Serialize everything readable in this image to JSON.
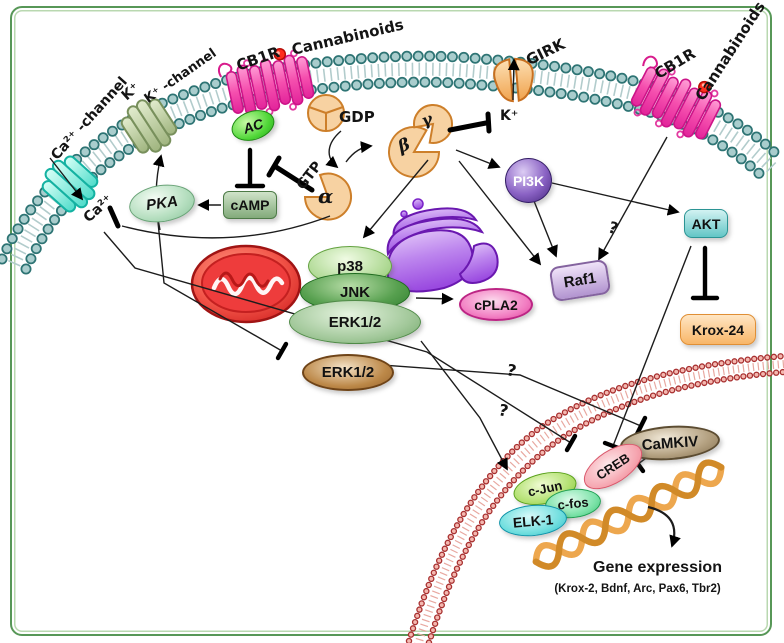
{
  "diagram": {
    "membrane": {
      "ca_channel_label": "Ca²⁺ -channel",
      "k_ion_label": "K⁺",
      "k_channel_label": "K⁺ -channel",
      "cb1r_left_label": "CB1R",
      "cannabinoids_left_label": "Cannabinoids",
      "girk_label": "GIRK",
      "k_efflux_label": "K⁺",
      "cb1r_right_label": "CB1R",
      "cannabinoids_right_label": "Cannabinoids"
    },
    "gprotein": {
      "gdp": "GDP",
      "gtp": "GTP",
      "alpha": "α",
      "beta": "β",
      "gamma": "γ"
    },
    "nodes": {
      "ac": "AC",
      "pka": "PKA",
      "camp": "cAMP",
      "ca_ion": "Ca²⁺",
      "pi3k": "PI3K",
      "akt": "AKT",
      "krox24": "Krox-24",
      "raf1": "Raf1",
      "p38": "p38",
      "jnk": "JNK",
      "erk12": "ERK1/2",
      "cpla2": "cPLA2",
      "erk12_cyt": "ERK1/2",
      "camkiv": "CaMKIV",
      "creb": "CREB",
      "cjun": "c-Jun",
      "cfos": "c-fos",
      "elk1": "ELK-1"
    },
    "annotations": {
      "question": "?",
      "gene_expression": "Gene expression",
      "gene_list": "(Krox-2, Bdnf, Arc, Pax6, Tbr2)"
    },
    "colors": {
      "frame_green": "#579757",
      "membrane_bead_teal": "#2e7474",
      "nuclear_bead_red": "#a83030",
      "receptor_pink": "#f046a8",
      "gprotein_orange": "#f7d2a2",
      "dna_orange": "#eda74e"
    }
  }
}
